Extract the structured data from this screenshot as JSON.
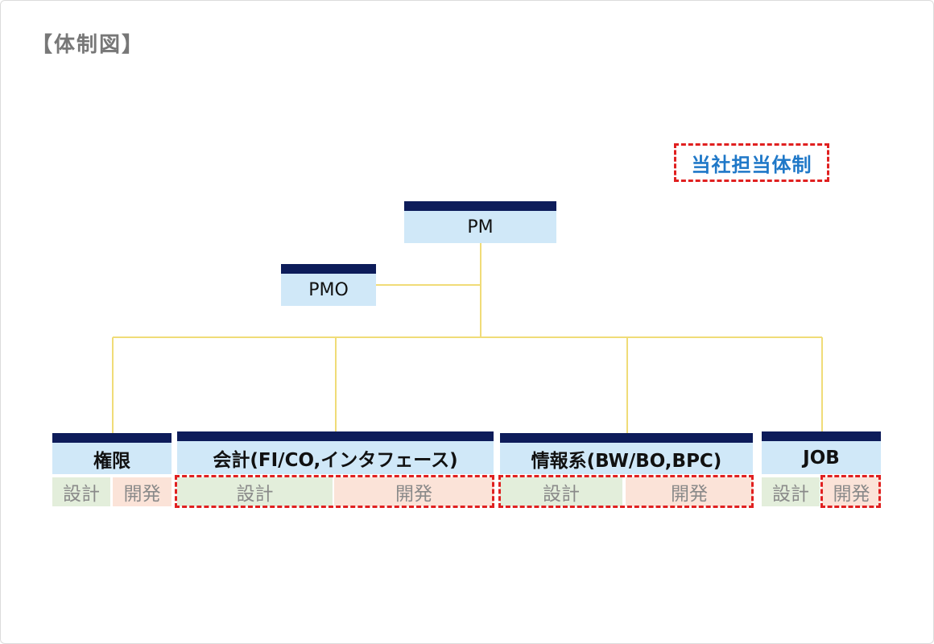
{
  "title": "【体制図】",
  "legend": {
    "label": "当社担当体制",
    "border_color": "#e02020",
    "text_color": "#1f78c8"
  },
  "colors": {
    "node_fill": "#d0e8f8",
    "node_bar": "#0d1c5a",
    "connector": "#f0dc78",
    "design_fill": "#e3eedb",
    "dev_fill": "#fbe3d8"
  },
  "nodes": {
    "pm": "PM",
    "pmo": "PMO",
    "teams": [
      {
        "label": "権限",
        "design": "設計",
        "dev": "開発",
        "our_scope": "none"
      },
      {
        "label": "会計(FI/CO,インタフェース)",
        "design": "設計",
        "dev": "開発",
        "our_scope": "design+dev"
      },
      {
        "label": "情報系(BW/BO,BPC)",
        "design": "設計",
        "dev": "開発",
        "our_scope": "design+dev"
      },
      {
        "label": "JOB",
        "design": "設計",
        "dev": "開発",
        "our_scope": "dev"
      }
    ]
  }
}
